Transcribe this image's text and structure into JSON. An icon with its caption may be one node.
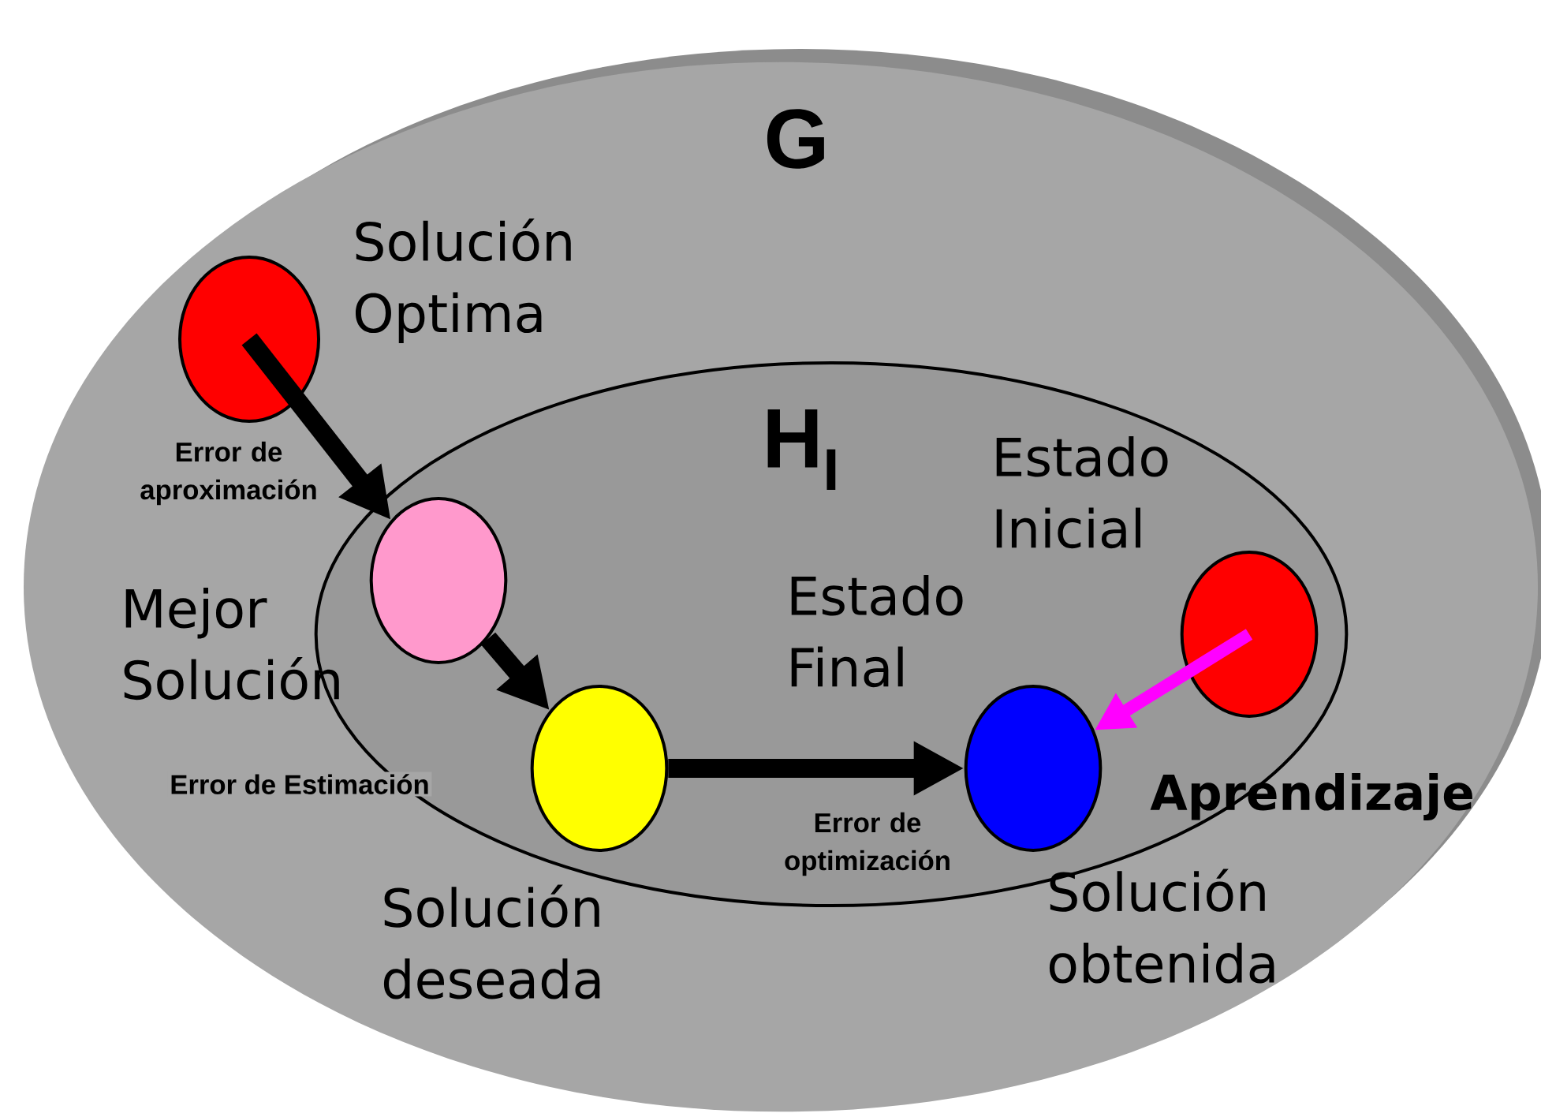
{
  "diagram": {
    "nodes": [
      {
        "text": [
          "G"
        ]
      },
      {
        "text": [
          "H$_{I}$"
        ],
        "in": 0
      },
      {
        "text": [],
        "shape": "circle",
        "beside": [
          "Solución Optima"
        ],
        "in": 0
      },
      {
        "text": [],
        "shape": "circle",
        "beside": [
          "Mejor Solución"
        ],
        "in": 1
      },
      {
        "text": [],
        "shape": "circle",
        "beside": [
          "Solución deseada"
        ],
        "in": 1
      },
      {
        "text": [],
        "shape": "circle",
        "beside": [
          "Estado Final",
          "Solución obtenida"
        ],
        "in": 1
      },
      {
        "text": [],
        "shape": "circle",
        "beside": [
          "Estado Inicial"
        ],
        "in": 1
      }
    ],
    "edges": [
      {
        "from": 2,
        "to": 3,
        "arrow": "to",
        "label": "Error de aproximación"
      },
      {
        "from": 3,
        "to": 4,
        "arrow": "to",
        "label": "Error de Estimación"
      },
      {
        "from": 4,
        "to": 5,
        "arrow": "to",
        "label": "Error de optimización"
      },
      {
        "from": 6,
        "to": 5,
        "arrow": "to",
        "label": "Aprendizaje",
        "color": "#ff00ff"
      }
    ]
  }
}
